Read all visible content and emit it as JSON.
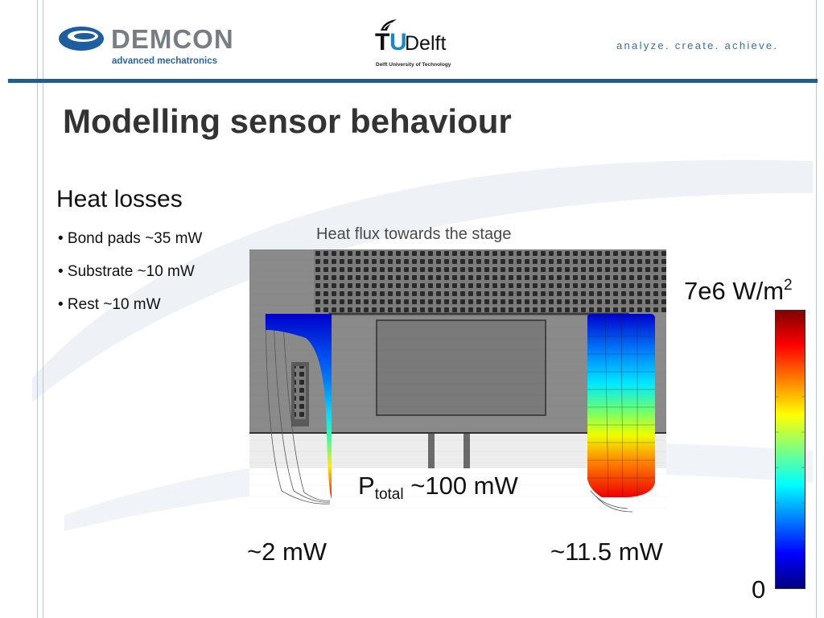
{
  "header": {
    "demcon_name": "DEMCON",
    "demcon_subtitle": "advanced mechatronics",
    "tudelft_t": "T",
    "tudelft_u": "U",
    "tudelft_delft": "Delft",
    "tudelft_subtitle": "Delft University of Technology",
    "tagline": "analyze. create. achieve."
  },
  "slide": {
    "title": "Modelling sensor behaviour",
    "heat_losses": {
      "heading": "Heat losses",
      "items": [
        "• Bond pads ~35 mW",
        "• Substrate ~10 mW",
        "• Rest ~10 mW"
      ]
    },
    "figure": {
      "caption": "Heat flux towards the stage",
      "ptotal_symbol": "P",
      "ptotal_subscript": "total",
      "ptotal_value": "~100 mW",
      "left_power": "~2 mW",
      "right_power": "~11.5 mW"
    },
    "colorbar": {
      "max_label": "7e6 W/m",
      "max_label_superscript": "2",
      "min_label": "0",
      "colors": [
        "#00007f",
        "#0000ff",
        "#007fff",
        "#00ffff",
        "#7fff7f",
        "#ffff00",
        "#ff7f00",
        "#ff0000",
        "#7f0000"
      ]
    },
    "colors": {
      "accent_blue": "#1f5e8f",
      "title_gray": "#333333"
    }
  }
}
